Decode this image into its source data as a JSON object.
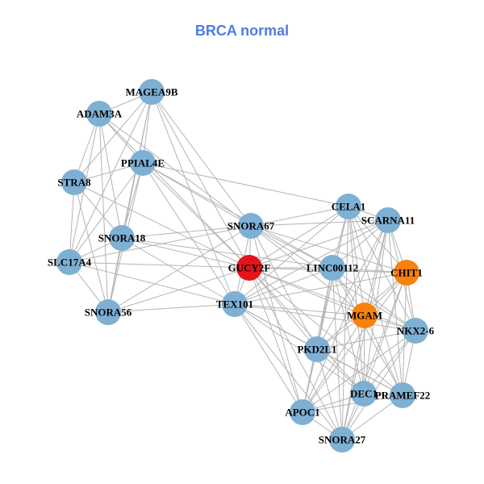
{
  "title": "BRCA normal",
  "colors": {
    "title": "#4f7de0",
    "edge": "#b4b4b4",
    "node_default": "#7eb0d4",
    "node_highlight": "#e3151a",
    "node_secondary": "#f7820f"
  },
  "nodes": [
    {
      "id": "MAGEA9B",
      "group": "default"
    },
    {
      "id": "ADAM3A",
      "group": "default"
    },
    {
      "id": "PPIAL4E",
      "group": "default"
    },
    {
      "id": "STRA8",
      "group": "default"
    },
    {
      "id": "SNORA18",
      "group": "default"
    },
    {
      "id": "SLC17A4",
      "group": "default"
    },
    {
      "id": "SNORA56",
      "group": "default"
    },
    {
      "id": "SNORA67",
      "group": "default"
    },
    {
      "id": "GUCY2F",
      "group": "highlight"
    },
    {
      "id": "TEX101",
      "group": "default"
    },
    {
      "id": "CELA1",
      "group": "default"
    },
    {
      "id": "SCARNA11",
      "group": "default"
    },
    {
      "id": "LINC00112",
      "group": "default"
    },
    {
      "id": "CHIT1",
      "group": "secondary"
    },
    {
      "id": "MGAM",
      "group": "secondary"
    },
    {
      "id": "NKX2-6",
      "group": "default"
    },
    {
      "id": "PKD2L1",
      "group": "default"
    },
    {
      "id": "DEC1",
      "group": "default"
    },
    {
      "id": "PRAMEF22",
      "group": "default"
    },
    {
      "id": "APOC1",
      "group": "default"
    },
    {
      "id": "SNORA27",
      "group": "default"
    }
  ],
  "edges": [
    [
      "MAGEA9B",
      "ADAM3A"
    ],
    [
      "MAGEA9B",
      "PPIAL4E"
    ],
    [
      "MAGEA9B",
      "STRA8"
    ],
    [
      "MAGEA9B",
      "SNORA18"
    ],
    [
      "MAGEA9B",
      "SLC17A4"
    ],
    [
      "MAGEA9B",
      "SNORA56"
    ],
    [
      "MAGEA9B",
      "SNORA67"
    ],
    [
      "MAGEA9B",
      "GUCY2F"
    ],
    [
      "MAGEA9B",
      "TEX101"
    ],
    [
      "ADAM3A",
      "PPIAL4E"
    ],
    [
      "ADAM3A",
      "STRA8"
    ],
    [
      "ADAM3A",
      "SNORA18"
    ],
    [
      "ADAM3A",
      "SLC17A4"
    ],
    [
      "ADAM3A",
      "SNORA56"
    ],
    [
      "ADAM3A",
      "SNORA67"
    ],
    [
      "ADAM3A",
      "GUCY2F"
    ],
    [
      "PPIAL4E",
      "STRA8"
    ],
    [
      "PPIAL4E",
      "SNORA18"
    ],
    [
      "PPIAL4E",
      "SLC17A4"
    ],
    [
      "PPIAL4E",
      "SNORA56"
    ],
    [
      "PPIAL4E",
      "SNORA67"
    ],
    [
      "PPIAL4E",
      "GUCY2F"
    ],
    [
      "PPIAL4E",
      "TEX101"
    ],
    [
      "PPIAL4E",
      "CELA1"
    ],
    [
      "PPIAL4E",
      "LINC00112"
    ],
    [
      "STRA8",
      "SNORA18"
    ],
    [
      "STRA8",
      "SLC17A4"
    ],
    [
      "STRA8",
      "SNORA56"
    ],
    [
      "STRA8",
      "GUCY2F"
    ],
    [
      "SNORA18",
      "SLC17A4"
    ],
    [
      "SNORA18",
      "SNORA56"
    ],
    [
      "SNORA18",
      "SNORA67"
    ],
    [
      "SNORA18",
      "GUCY2F"
    ],
    [
      "SNORA18",
      "TEX101"
    ],
    [
      "SNORA18",
      "LINC00112"
    ],
    [
      "SLC17A4",
      "SNORA56"
    ],
    [
      "SLC17A4",
      "SNORA67"
    ],
    [
      "SLC17A4",
      "GUCY2F"
    ],
    [
      "SLC17A4",
      "TEX101"
    ],
    [
      "SNORA56",
      "SNORA67"
    ],
    [
      "SNORA56",
      "GUCY2F"
    ],
    [
      "SNORA56",
      "TEX101"
    ],
    [
      "SNORA67",
      "GUCY2F"
    ],
    [
      "SNORA67",
      "TEX101"
    ],
    [
      "SNORA67",
      "CELA1"
    ],
    [
      "SNORA67",
      "SCARNA11"
    ],
    [
      "SNORA67",
      "LINC00112"
    ],
    [
      "SNORA67",
      "CHIT1"
    ],
    [
      "SNORA67",
      "MGAM"
    ],
    [
      "SNORA67",
      "PKD2L1"
    ],
    [
      "SNORA67",
      "APOC1"
    ],
    [
      "SNORA67",
      "NKX2-6"
    ],
    [
      "GUCY2F",
      "TEX101"
    ],
    [
      "GUCY2F",
      "CELA1"
    ],
    [
      "GUCY2F",
      "SCARNA11"
    ],
    [
      "GUCY2F",
      "LINC00112"
    ],
    [
      "GUCY2F",
      "CHIT1"
    ],
    [
      "GUCY2F",
      "MGAM"
    ],
    [
      "GUCY2F",
      "NKX2-6"
    ],
    [
      "GUCY2F",
      "PKD2L1"
    ],
    [
      "GUCY2F",
      "DEC1"
    ],
    [
      "GUCY2F",
      "PRAMEF22"
    ],
    [
      "GUCY2F",
      "APOC1"
    ],
    [
      "GUCY2F",
      "SNORA27"
    ],
    [
      "TEX101",
      "CELA1"
    ],
    [
      "TEX101",
      "SCARNA11"
    ],
    [
      "TEX101",
      "LINC00112"
    ],
    [
      "TEX101",
      "CHIT1"
    ],
    [
      "TEX101",
      "MGAM"
    ],
    [
      "TEX101",
      "NKX2-6"
    ],
    [
      "TEX101",
      "PKD2L1"
    ],
    [
      "TEX101",
      "DEC1"
    ],
    [
      "TEX101",
      "PRAMEF22"
    ],
    [
      "TEX101",
      "APOC1"
    ],
    [
      "TEX101",
      "SNORA27"
    ],
    [
      "CELA1",
      "SCARNA11"
    ],
    [
      "CELA1",
      "LINC00112"
    ],
    [
      "CELA1",
      "CHIT1"
    ],
    [
      "CELA1",
      "MGAM"
    ],
    [
      "CELA1",
      "NKX2-6"
    ],
    [
      "CELA1",
      "PKD2L1"
    ],
    [
      "CELA1",
      "DEC1"
    ],
    [
      "CELA1",
      "PRAMEF22"
    ],
    [
      "CELA1",
      "APOC1"
    ],
    [
      "CELA1",
      "SNORA27"
    ],
    [
      "SCARNA11",
      "LINC00112"
    ],
    [
      "SCARNA11",
      "CHIT1"
    ],
    [
      "SCARNA11",
      "MGAM"
    ],
    [
      "SCARNA11",
      "NKX2-6"
    ],
    [
      "SCARNA11",
      "PKD2L1"
    ],
    [
      "SCARNA11",
      "DEC1"
    ],
    [
      "SCARNA11",
      "PRAMEF22"
    ],
    [
      "SCARNA11",
      "APOC1"
    ],
    [
      "SCARNA11",
      "SNORA27"
    ],
    [
      "LINC00112",
      "CHIT1"
    ],
    [
      "LINC00112",
      "MGAM"
    ],
    [
      "LINC00112",
      "NKX2-6"
    ],
    [
      "LINC00112",
      "PKD2L1"
    ],
    [
      "LINC00112",
      "DEC1"
    ],
    [
      "LINC00112",
      "PRAMEF22"
    ],
    [
      "LINC00112",
      "APOC1"
    ],
    [
      "LINC00112",
      "SNORA27"
    ],
    [
      "CHIT1",
      "MGAM"
    ],
    [
      "CHIT1",
      "NKX2-6"
    ],
    [
      "CHIT1",
      "PKD2L1"
    ],
    [
      "CHIT1",
      "DEC1"
    ],
    [
      "CHIT1",
      "PRAMEF22"
    ],
    [
      "CHIT1",
      "APOC1"
    ],
    [
      "CHIT1",
      "SNORA27"
    ],
    [
      "MGAM",
      "NKX2-6"
    ],
    [
      "MGAM",
      "PKD2L1"
    ],
    [
      "MGAM",
      "DEC1"
    ],
    [
      "MGAM",
      "PRAMEF22"
    ],
    [
      "MGAM",
      "APOC1"
    ],
    [
      "MGAM",
      "SNORA27"
    ],
    [
      "NKX2-6",
      "PKD2L1"
    ],
    [
      "NKX2-6",
      "DEC1"
    ],
    [
      "NKX2-6",
      "PRAMEF22"
    ],
    [
      "NKX2-6",
      "APOC1"
    ],
    [
      "NKX2-6",
      "SNORA27"
    ],
    [
      "PKD2L1",
      "DEC1"
    ],
    [
      "PKD2L1",
      "PRAMEF22"
    ],
    [
      "PKD2L1",
      "APOC1"
    ],
    [
      "PKD2L1",
      "SNORA27"
    ],
    [
      "DEC1",
      "PRAMEF22"
    ],
    [
      "DEC1",
      "APOC1"
    ],
    [
      "DEC1",
      "SNORA27"
    ],
    [
      "PRAMEF22",
      "APOC1"
    ],
    [
      "PRAMEF22",
      "SNORA27"
    ],
    [
      "APOC1",
      "SNORA27"
    ]
  ]
}
